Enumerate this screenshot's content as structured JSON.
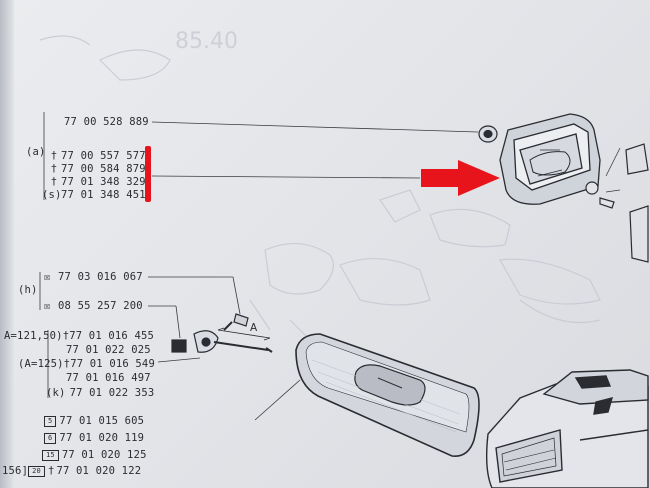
{
  "parts_group_1": {
    "top_number": "77 00 528 889",
    "label_a": "(a)",
    "rows": [
      {
        "mark": "†",
        "number": "77 00 557 577"
      },
      {
        "mark": "†",
        "number": "77 00 584 879"
      },
      {
        "mark": "†",
        "number": "77 01 348 329"
      },
      {
        "mark": "(s)",
        "number": "77 01 348 451"
      }
    ]
  },
  "parts_group_2": {
    "label_h": "(h)",
    "rows": [
      {
        "mark": "☒",
        "number": "77 03 016 067"
      },
      {
        "mark": "☒",
        "number": "08 55 257 200"
      }
    ]
  },
  "parts_group_3": {
    "rows": [
      {
        "prefix": "A=121,50)",
        "mark": "†",
        "number": "77 01 016 455"
      },
      {
        "prefix": "",
        "mark": "",
        "number": "77 01 022 025"
      },
      {
        "prefix": "(A=125)",
        "mark": "†",
        "number": "77 01 016 549"
      },
      {
        "prefix": "",
        "mark": "",
        "number": "77 01 016 497"
      },
      {
        "prefix": "(k)",
        "mark": "",
        "number": "77 01 022 353"
      }
    ]
  },
  "parts_group_4": {
    "rows": [
      {
        "prefix": "",
        "box": "5",
        "mark": "",
        "number": "77 01 015 605"
      },
      {
        "prefix": "",
        "box": "6",
        "mark": "",
        "number": "77 01 020 119"
      },
      {
        "prefix": "",
        "box": "15",
        "mark": "",
        "number": "77 01 020 125"
      },
      {
        "prefix": "156]",
        "box": "20",
        "mark": "†",
        "number": "77 01 020 122"
      }
    ]
  },
  "dimension_label": "A",
  "faded_header": "85.40",
  "colors": {
    "highlight_red": "#e8141b",
    "ink": "#2b2c31",
    "paper": "#e4e6ea"
  }
}
